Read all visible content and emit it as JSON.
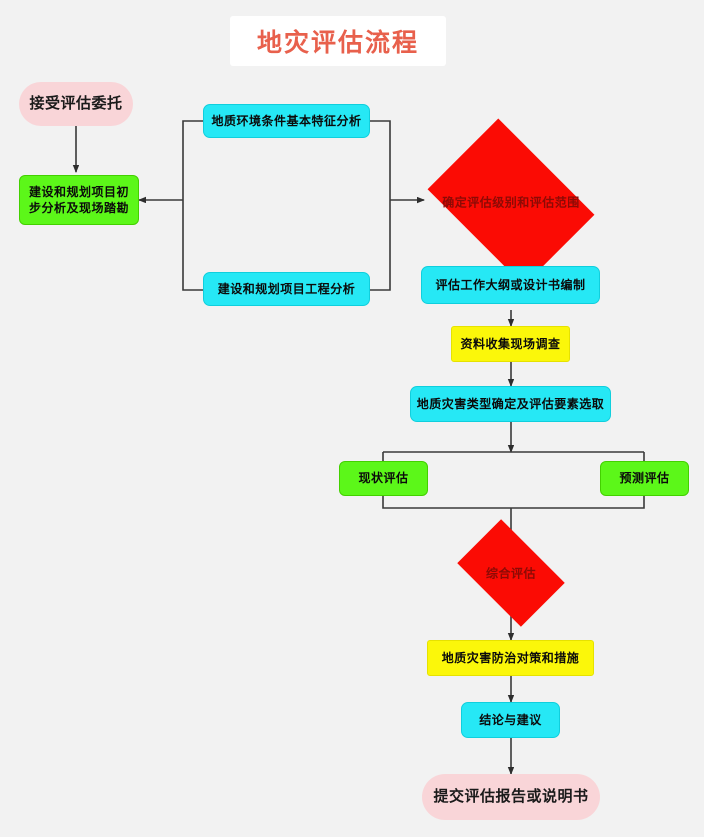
{
  "page": {
    "background_color": "#f2f2f2",
    "title": "地灾评估流程",
    "title_color": "#e8604c"
  },
  "palette": {
    "terminator": "#f9d5d8",
    "green": "#5cf719",
    "cyan": "#26e8f5",
    "yellow": "#fbf70a",
    "diamond": "#fb0b04",
    "diamond_text": "#8c0a05",
    "line": "#3a3a3a"
  },
  "nodes": {
    "start": {
      "label": "接受评估委托",
      "type": "terminator"
    },
    "preliminary": {
      "label": "建设和规划项目初步分析及现场踏勘",
      "type": "process-green"
    },
    "geo_env": {
      "label": "地质环境条件基本特征分析",
      "type": "process-cyan"
    },
    "project_eng": {
      "label": "建设和规划项目工程分析",
      "type": "process-cyan"
    },
    "level_scope": {
      "label": "确定评估级别和评估范围",
      "type": "decision"
    },
    "outline": {
      "label": "评估工作大纲或设计书编制",
      "type": "process-cyan"
    },
    "survey": {
      "label": "资料收集现场调查",
      "type": "process-yellow"
    },
    "hazard_type": {
      "label": "地质灾害类型确定及评估要素选取",
      "type": "process-cyan"
    },
    "current_eval": {
      "label": "现状评估",
      "type": "process-green"
    },
    "predict_eval": {
      "label": "预测评估",
      "type": "process-green"
    },
    "comprehensive": {
      "label": "综合评估",
      "type": "decision"
    },
    "measures": {
      "label": "地质灾害防治对策和措施",
      "type": "process-yellow"
    },
    "conclusion": {
      "label": "结论与建议",
      "type": "process-cyan"
    },
    "submit": {
      "label": "提交评估报告或说明书",
      "type": "terminator"
    }
  },
  "flow": {
    "edges": [
      "start -> preliminary",
      "geo_env & project_eng -> preliminary",
      "geo_env & project_eng -> level_scope",
      "level_scope -> outline",
      "outline -> survey",
      "survey -> hazard_type",
      "hazard_type -> current_eval",
      "hazard_type -> predict_eval",
      "current_eval & predict_eval -> comprehensive",
      "comprehensive -> measures",
      "measures -> conclusion",
      "conclusion -> submit"
    ]
  }
}
